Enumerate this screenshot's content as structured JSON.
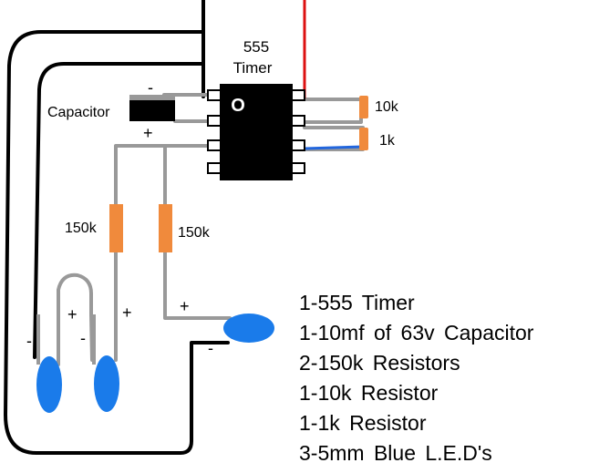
{
  "labels": {
    "ic_title_line1": "555",
    "ic_title_line2": "Timer",
    "ic_pin1_mark": "O",
    "capacitor": "Capacitor",
    "capacitor_minus": "-",
    "capacitor_plus": "+",
    "resistor_10k": "10k",
    "resistor_1k": "1k",
    "resistor_150k_left": "150k",
    "resistor_150k_right": "150k",
    "led1_minus": "-",
    "led2_plus": "+",
    "led2_minus": "-",
    "led3_plus": "+",
    "led4_plus": "+",
    "led4_minus": "-"
  },
  "parts_list": [
    "1-555 Timer",
    "1-10mf of 63v Capacitor",
    "2-150k Resistors",
    "1-10k Resistor",
    "1-1k Resistor",
    "3-5mm Blue L.E.D's"
  ],
  "colors": {
    "wire_black": "#000000",
    "wire_gray": "#999999",
    "wire_red": "#dd1111",
    "wire_blue": "#2266dd",
    "resistor": "#f08a3c",
    "led": "#1a7bea",
    "chip": "#000000",
    "capacitor": "#000000"
  }
}
